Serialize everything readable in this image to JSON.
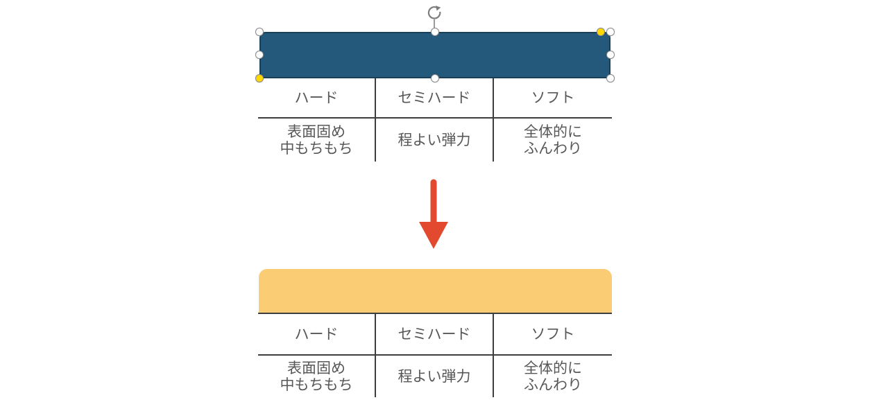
{
  "colors": {
    "background": "#ffffff",
    "shape_before_fill": "#25597B",
    "shape_before_border": "#1A4059",
    "shape_after_fill": "#FACC74",
    "arrow": "#E3492F",
    "table_line": "#3d3d3d",
    "text": "#575757",
    "handle_fill": "#ffffff",
    "handle_border": "#8a8a8a",
    "adjust_handle_fill": "#FFD800"
  },
  "icons": {
    "rotate": "rotate-icon",
    "arrow_down": "down-arrow-icon"
  },
  "before": {
    "table": {
      "headers": [
        "ハード",
        "セミハード",
        "ソフト"
      ],
      "descriptions": [
        "表面固め\n中もちもち",
        "程よい弾力",
        "全体的に\nふんわり"
      ]
    }
  },
  "after": {
    "table": {
      "headers": [
        "ハード",
        "セミハード",
        "ソフト"
      ],
      "descriptions": [
        "表面固め\n中もちもち",
        "程よい弾力",
        "全体的に\nふんわり"
      ]
    }
  }
}
